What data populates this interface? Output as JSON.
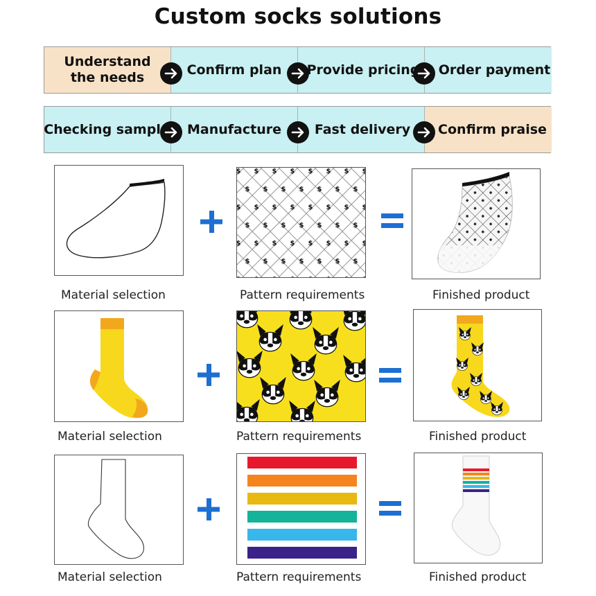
{
  "title": "Custom socks solutions",
  "flow": {
    "row1": [
      "Understand\nthe needs",
      "Confirm plan",
      "Provide pricing",
      "Order payment"
    ],
    "row2": [
      "Checking sample",
      "Manufacture",
      "Fast delivery",
      "Confirm praise"
    ]
  },
  "captions": {
    "material": "Material selection",
    "pattern": "Pattern requirements",
    "finished": "Finished product"
  },
  "pattern_symbol": "$",
  "colors": {
    "step_cyan": "#c9f0f2",
    "step_peach": "#f8e2c7",
    "operator_blue": "#1d6fd1",
    "yellow": "#f7d81c",
    "orange": "#f2a81d",
    "rainbow": [
      "#e8182c",
      "#f5841f",
      "#e8b910",
      "#14b39a",
      "#38b7ea",
      "#3b2289"
    ]
  },
  "icons": [
    "arrow-right-icon",
    "plus-icon",
    "equals-icon"
  ]
}
